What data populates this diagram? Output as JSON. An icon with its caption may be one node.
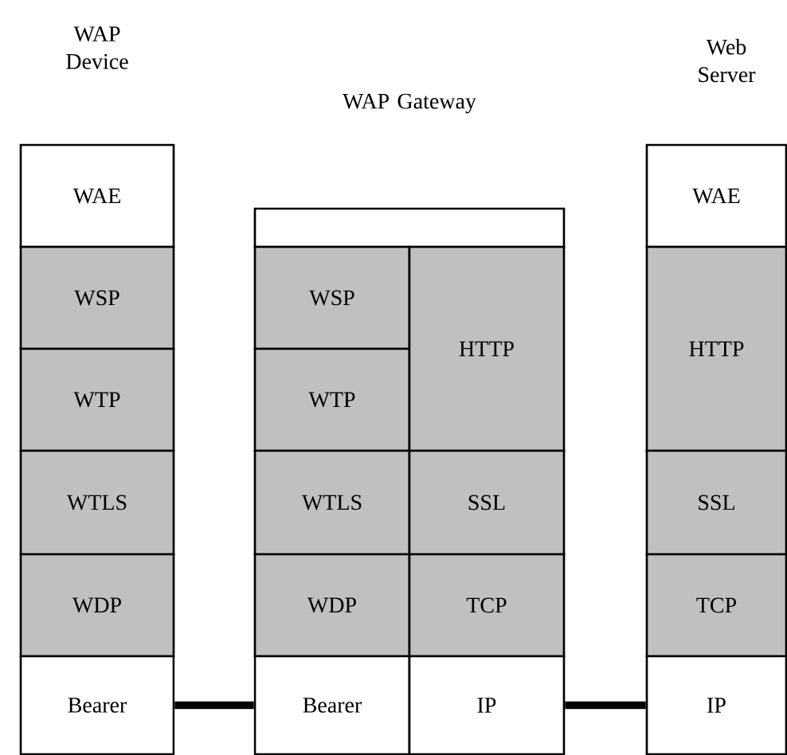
{
  "diagram": {
    "nodes": [
      {
        "text": [
          "WAE"
        ]
      },
      {
        "text": [
          "WSP"
        ]
      },
      {
        "text": [
          "WTP"
        ]
      },
      {
        "text": [
          "WTLS"
        ]
      },
      {
        "text": [
          "WDP"
        ]
      },
      {
        "text": [
          "Bearer"
        ]
      },
      {
        "text": [],
        "shape": "box"
      },
      {
        "text": [
          "WSP"
        ]
      },
      {
        "text": [
          "WTP"
        ]
      },
      {
        "text": [
          "HTTP"
        ]
      },
      {
        "text": [
          "WTLS"
        ]
      },
      {
        "text": [
          "SSL"
        ]
      },
      {
        "text": [
          "WDP"
        ]
      },
      {
        "text": [
          "TCP"
        ]
      },
      {
        "text": [
          "Bearer"
        ]
      },
      {
        "text": [
          "IP"
        ]
      },
      {
        "text": [
          "WAE"
        ]
      },
      {
        "text": [
          "HTTP"
        ]
      },
      {
        "text": [
          "SSL"
        ]
      },
      {
        "text": [
          "TCP"
        ]
      },
      {
        "text": [
          "IP"
        ]
      }
    ],
    "edges": [
      {
        "from": 5,
        "to": 14,
        "arrow": "none"
      },
      {
        "from": 15,
        "to": 20,
        "arrow": "none"
      }
    ],
    "labels": [
      "WAP Device",
      "WAP Gateway",
      "Web Server"
    ]
  }
}
